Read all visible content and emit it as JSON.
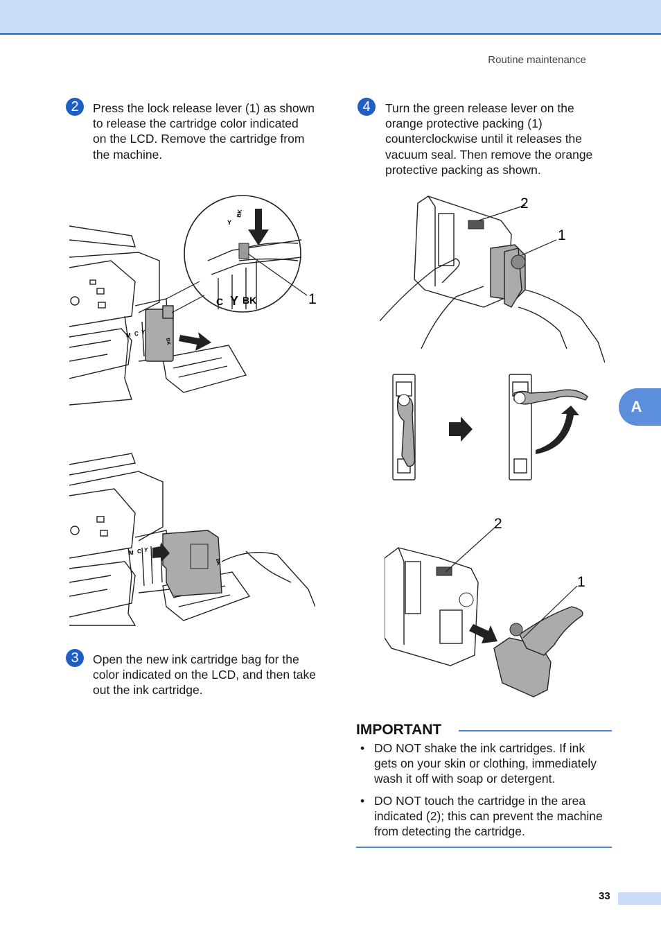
{
  "header": {
    "section": "Routine maintenance"
  },
  "side_tab": {
    "label": "A"
  },
  "steps": [
    {
      "number": "2",
      "text": "Press the lock release lever (1) as shown to release the cartridge color indicated on the LCD. Remove the cartridge from the machine."
    },
    {
      "number": "3",
      "text": "Open the new ink cartridge bag for the color indicated on the LCD, and then take out the ink cartridge."
    },
    {
      "number": "4",
      "text": "Turn the green release lever on the orange protective packing (1) counterclockwise until it releases the vacuum seal. Then remove the orange protective packing as shown."
    }
  ],
  "figures": {
    "fig1": {
      "callout_1": "1",
      "slot_labels": [
        "M",
        "C",
        "Y",
        "BK"
      ],
      "zoom_labels": [
        "Y",
        "BK",
        "C",
        "Y",
        "BK"
      ]
    },
    "fig2": {
      "slot_labels": [
        "M",
        "C",
        "Y"
      ],
      "cartridge_label": "BK"
    },
    "fig3": {
      "callout_2": "2",
      "callout_1": "1"
    },
    "fig5": {
      "callout_2": "2",
      "callout_1": "1"
    }
  },
  "important": {
    "title": "IMPORTANT",
    "bullet_char": "•",
    "items": [
      "DO NOT shake the ink cartridges. If ink gets on your skin or clothing, immediately wash it off with soap or detergent.",
      "DO NOT touch the cartridge in the area indicated (2); this can prevent the machine from detecting the cartridge."
    ]
  },
  "footer": {
    "page_number": "33"
  }
}
